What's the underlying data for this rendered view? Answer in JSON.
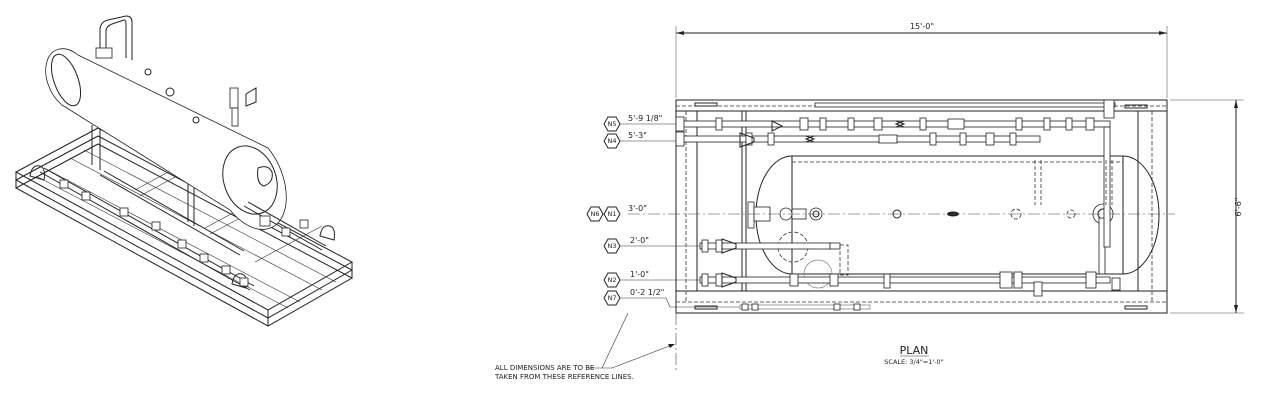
{
  "drawing": {
    "type": "Pressure vessel skid — isometric and plan view",
    "views": [
      "isometric",
      "plan"
    ]
  },
  "plan": {
    "title": "PLAN",
    "scale": "SCALE: 3/4\"=1'-0\"",
    "overall_length": "15'-0\"",
    "overall_width": "6'-6\""
  },
  "nozzles": [
    {
      "tags": [
        "N5"
      ],
      "elevation": "5'-9 1/8\""
    },
    {
      "tags": [
        "N4"
      ],
      "elevation": "5'-3\""
    },
    {
      "tags": [
        "N6",
        "N1"
      ],
      "elevation": "3'-0\""
    },
    {
      "tags": [
        "N3"
      ],
      "elevation": "2'-0\""
    },
    {
      "tags": [
        "N2"
      ],
      "elevation": "1'-0\""
    },
    {
      "tags": [
        "N7"
      ],
      "elevation": "0'-2 1/2\""
    }
  ],
  "note": {
    "line1": "ALL DIMENSIONS ARE TO BE",
    "line2": "TAKEN FROM THESE REFERENCE LINES."
  }
}
